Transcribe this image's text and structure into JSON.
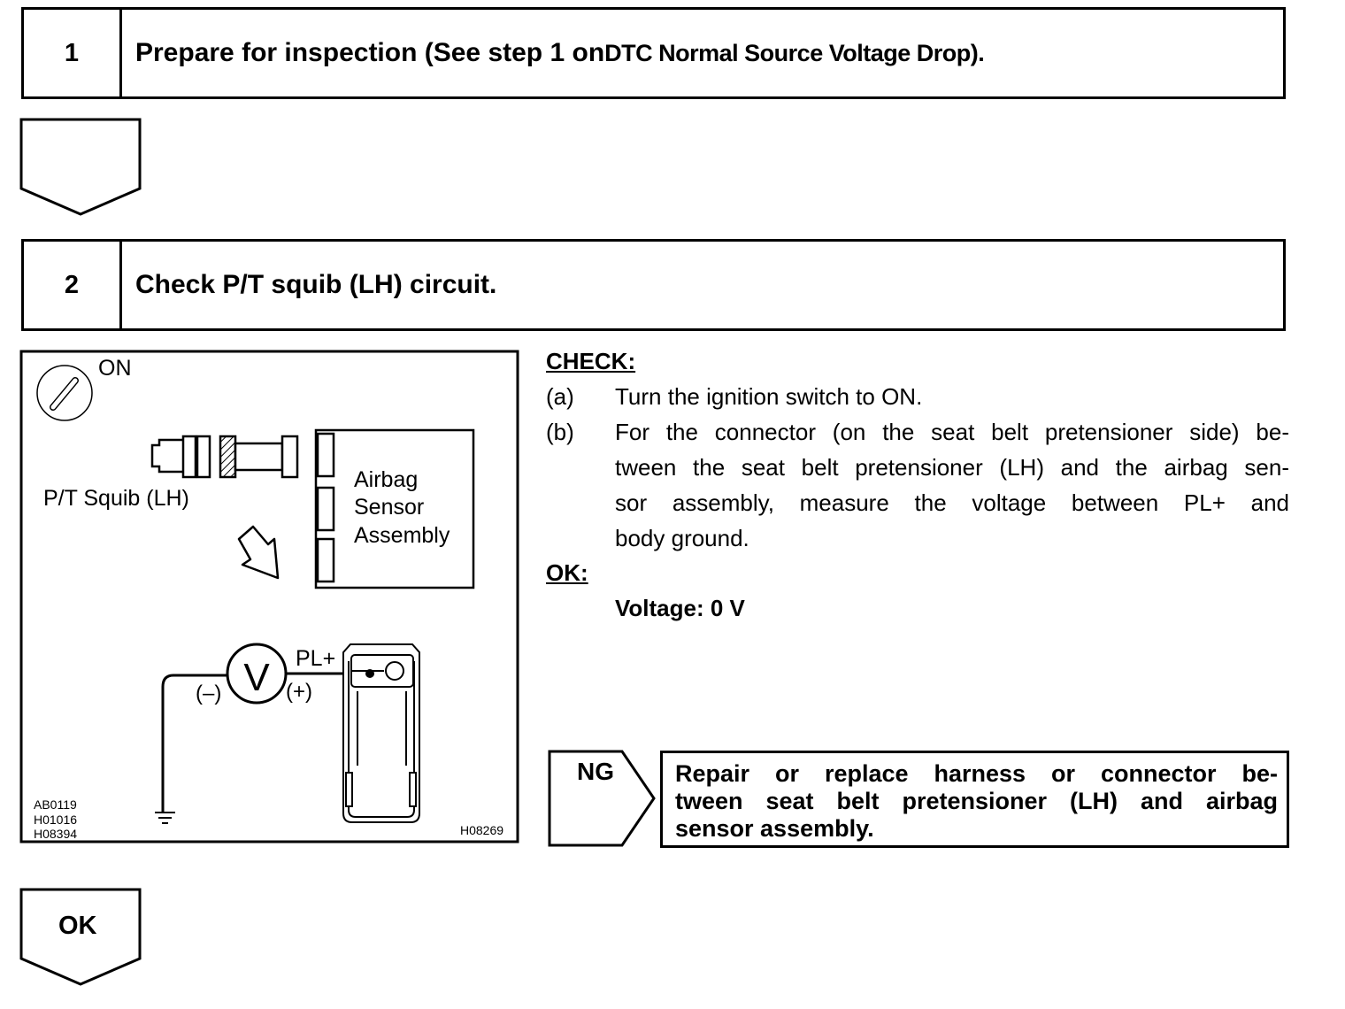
{
  "step1": {
    "number": "1",
    "title_main": "Prepare for inspection (See step 1 on ",
    "title_ref": "DTC Normal Source Voltage Drop)."
  },
  "step2": {
    "number": "2",
    "title": "Check P/T squib (LH) circuit."
  },
  "figure": {
    "switch_label": "ON",
    "squib_label": "P/T Squib (LH)",
    "sensor_label_1": "Airbag",
    "sensor_label_2": "Sensor",
    "sensor_label_3": "Assembly",
    "meter_symbol": "V",
    "terminal_label": "PL+",
    "neg_label": "(–)",
    "pos_label": "(+)",
    "codes_left": [
      "AB0119",
      "H01016",
      "H08394"
    ],
    "code_right": "H08269"
  },
  "check": {
    "heading": "CHECK:",
    "a_marker": "(a)",
    "a_text": "Turn the ignition switch to ON.",
    "b_marker": "(b)",
    "b_lines": [
      "For the connector (on the seat belt pretensioner side) be-",
      "tween the seat belt pretensioner (LH) and the airbag sen-",
      "sor assembly, measure the voltage between PL+ and",
      "body ground."
    ]
  },
  "ok": {
    "heading": "OK:",
    "spec": "Voltage: 0 V"
  },
  "ng": {
    "label": "NG",
    "action_lines": [
      "Repair or replace harness or connector be-",
      "tween seat belt pretensioner (LH) and airbag",
      "sensor assembly."
    ]
  },
  "ok_arrow_label": "OK"
}
